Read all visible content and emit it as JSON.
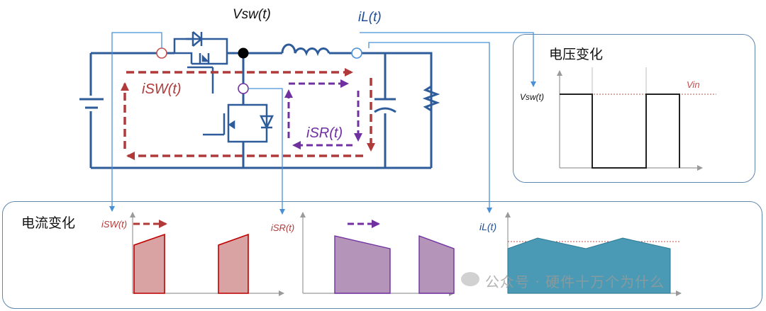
{
  "circuit": {
    "vsw_label": "Vsw(t)",
    "il_label": "iL(t)",
    "isw_label": "iSW(t)",
    "isr_label": "iSR(t)"
  },
  "voltage_panel": {
    "title": "电压变化",
    "y_label": "Vsw(t)",
    "level_label": "Vin",
    "colors": {
      "waveform": "#222222",
      "level": "#c0504d"
    }
  },
  "current_panel": {
    "title": "电流变化",
    "isw_label": "iSW(t)",
    "isr_label": "iSR(t)",
    "il_label": "iL(t)",
    "colors": {
      "isw_fill": "#d9a3a3",
      "isw_edge": "#c00000",
      "isr_fill": "#b495b9",
      "isr_edge": "#7030a0",
      "il_fill": "#4a9ab5"
    }
  },
  "watermark": "公众号 · 硬件十万个为什么",
  "colors": {
    "wire": "#2e5c9a",
    "isw_arrow": "#b03a3a",
    "isr_arrow": "#7030a0",
    "probe": "#4a90d9",
    "panel_border": "#5f86ad"
  }
}
